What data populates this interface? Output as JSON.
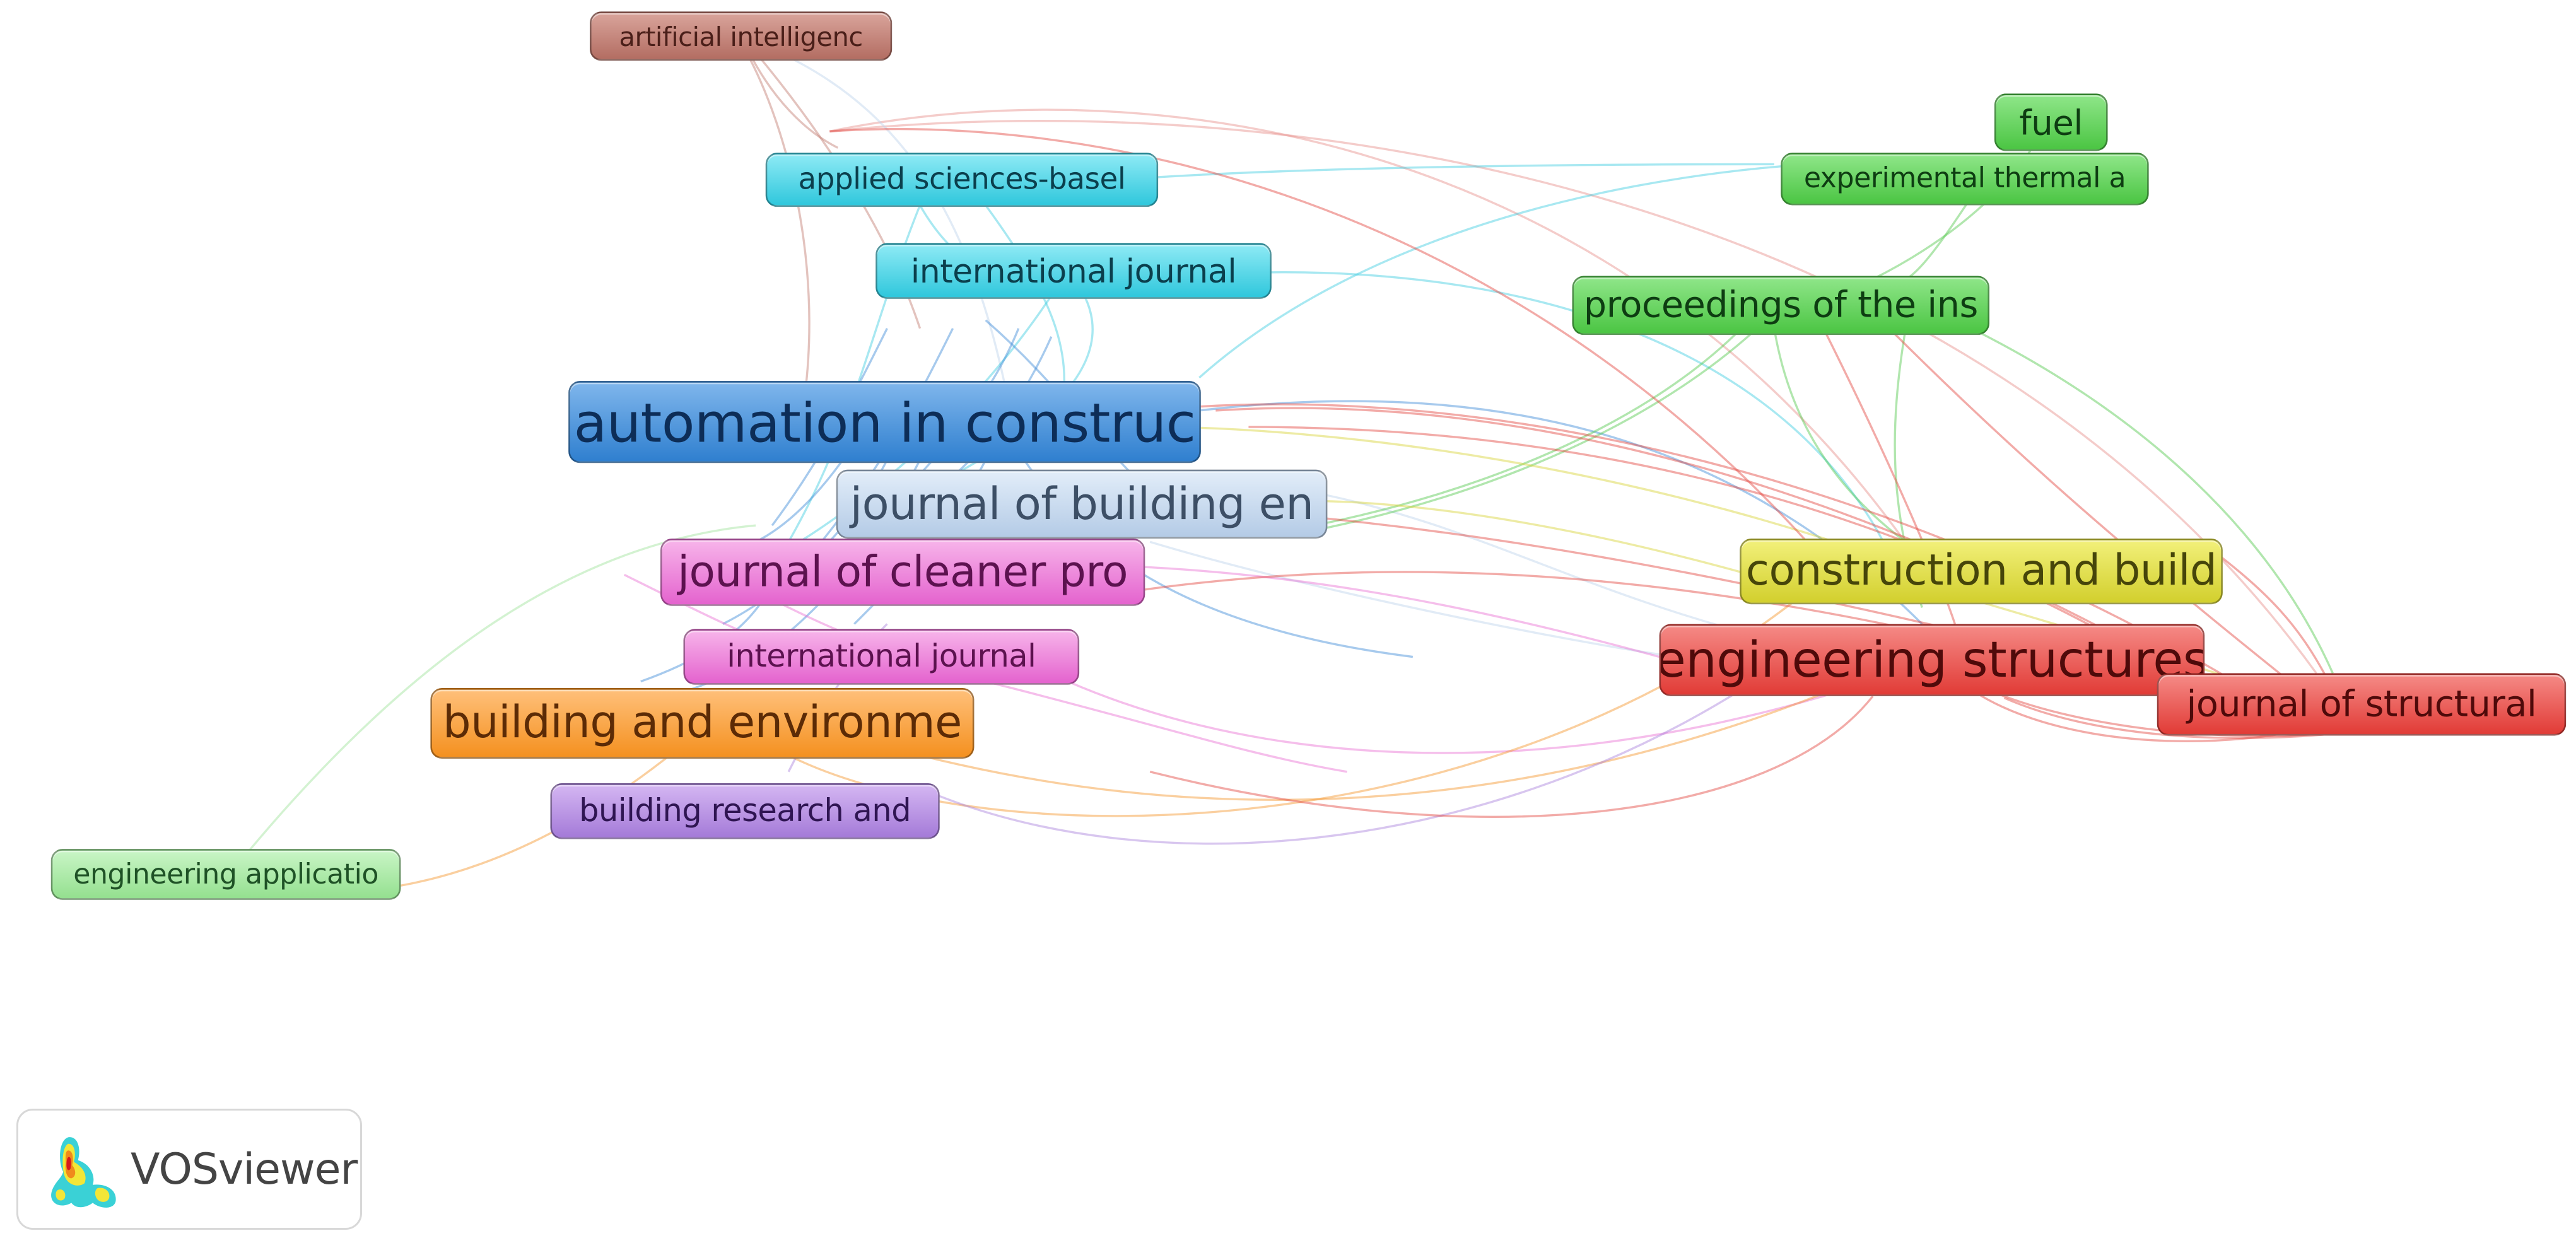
{
  "nodes": [
    {
      "id": "ai",
      "label": "artificial intelligenc",
      "cluster": "brown"
    },
    {
      "id": "asb",
      "label": "applied sciences-basel",
      "cluster": "cyan"
    },
    {
      "id": "ij1",
      "label": "international journal",
      "cluster": "cyan"
    },
    {
      "id": "aic",
      "label": "automation in construc",
      "cluster": "blue"
    },
    {
      "id": "jbe",
      "label": "journal of building en",
      "cluster": "light-blue"
    },
    {
      "id": "jcp",
      "label": "journal of cleaner pro",
      "cluster": "pink"
    },
    {
      "id": "ij2",
      "label": "international journal",
      "cluster": "pink"
    },
    {
      "id": "bae",
      "label": "building and environme",
      "cluster": "orange"
    },
    {
      "id": "bra",
      "label": "building research and",
      "cluster": "purple"
    },
    {
      "id": "eap",
      "label": "engineering applicatio",
      "cluster": "light-green"
    },
    {
      "id": "fuel",
      "label": "fuel",
      "cluster": "green"
    },
    {
      "id": "eta",
      "label": "experimental thermal a",
      "cluster": "green"
    },
    {
      "id": "poti",
      "label": "proceedings of the ins",
      "cluster": "green"
    },
    {
      "id": "cab",
      "label": "construction and build",
      "cluster": "yellow"
    },
    {
      "id": "es",
      "label": "engineering structures",
      "cluster": "red"
    },
    {
      "id": "jos",
      "label": "journal of structural",
      "cluster": "red"
    }
  ],
  "cluster_colors": {
    "brown": "#c17a6f",
    "cyan": "#3fcbe0",
    "blue": "#3b8ad6",
    "light-blue": "#bcd2ec",
    "pink": "#e86fd2",
    "orange": "#f5952a",
    "purple": "#a980dc",
    "light-green": "#9ee39a",
    "green": "#52c84b",
    "yellow": "#d6d335",
    "red": "#e3443f"
  },
  "brand": {
    "name": "VOSviewer",
    "logo_icon": "vosviewer-logo-icon"
  }
}
